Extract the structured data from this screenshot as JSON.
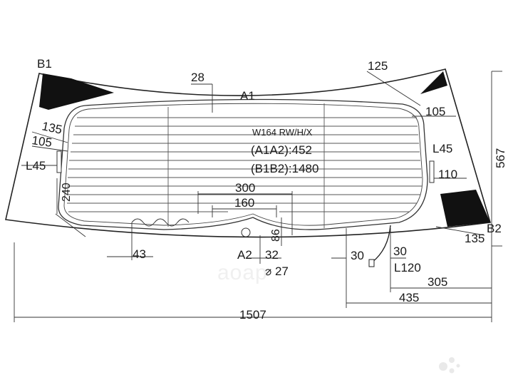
{
  "drawing": {
    "model_code": "W164 RW/H/X",
    "a1a2": "(A1A2):452",
    "b1b2": "(B1B2):1480"
  },
  "points": {
    "b1": "B1",
    "b2": "B2",
    "a1": "A1",
    "a2": "A2"
  },
  "dimensions": {
    "d28": "28",
    "d125": "125",
    "d105_right": "105",
    "d135_left": "135",
    "d105_left": "105",
    "l45_left": "L45",
    "l45_right": "L45",
    "d240": "240",
    "d300": "300",
    "d160": "160",
    "d110": "110",
    "d567": "567",
    "d86": "86",
    "d135_right": "135",
    "d43": "43",
    "d32": "32",
    "d27": "⌀ 27",
    "d30_a": "30",
    "d30_b": "30",
    "l120": "L120",
    "d305": "305",
    "d435": "435",
    "d1507": "1507"
  },
  "watermark": {
    "brand_logo": "аоар",
    "site": "Avito"
  }
}
